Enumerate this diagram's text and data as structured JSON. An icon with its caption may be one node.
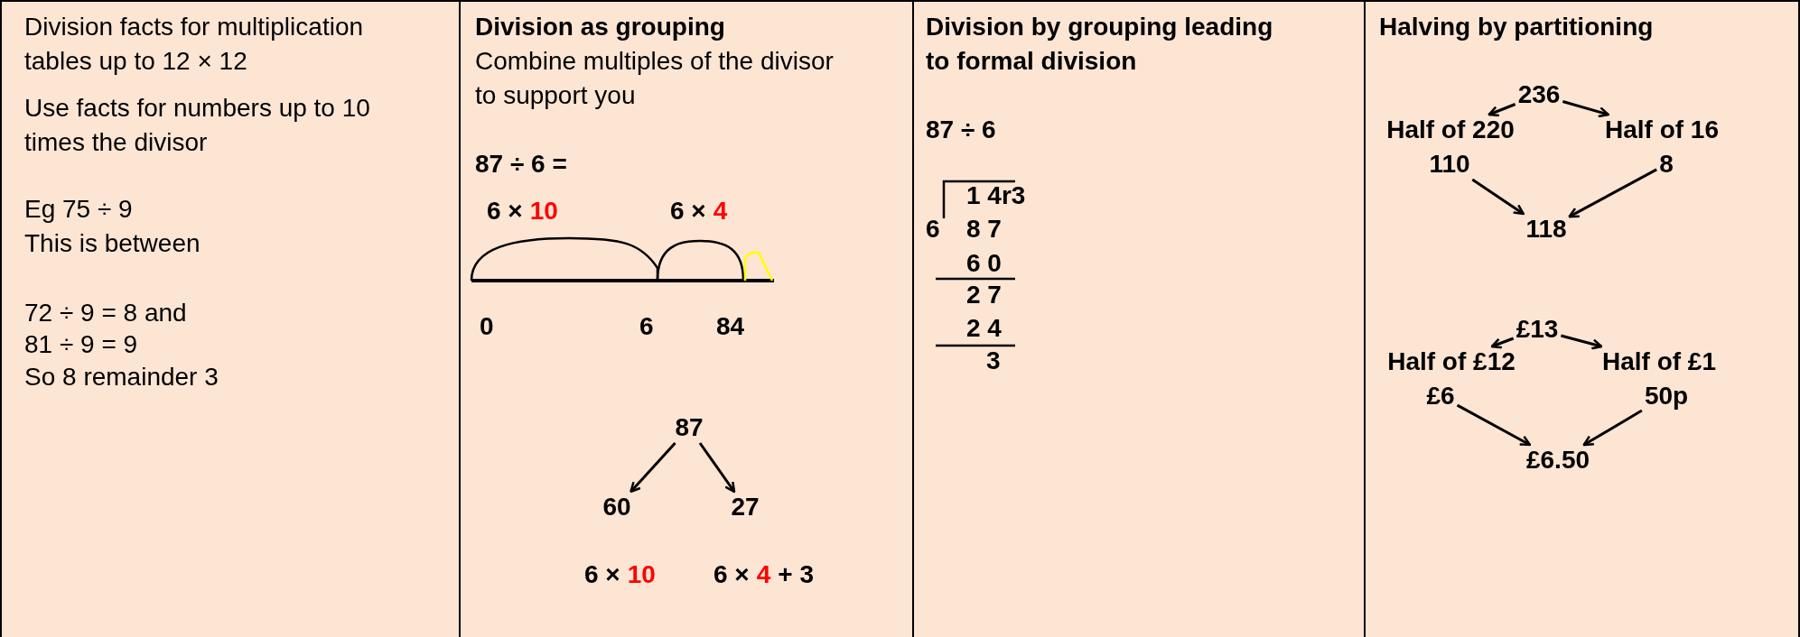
{
  "diagram": {
    "nodes": [
      {
        "text": [
          "Division facts for multiplication tables up to 12 × 12",
          "Use facts for numbers up to 10 times the divisor",
          "Eg 75 ÷ 9",
          "This is between",
          "72 ÷ 9 = 8 and",
          "81 ÷ 9 = 9",
          "So 8 remainder 3"
        ]
      },
      {
        "text": [
          "Division as grouping",
          "Combine multiples of the divisor to support you",
          "87 ÷ 6 ="
        ]
      },
      {
        "text": [
          "87"
        ],
        "in": 1
      },
      {
        "text": [
          "60"
        ],
        "in": 1
      },
      {
        "text": [
          "27"
        ],
        "in": 1
      },
      {
        "text": [
          "Division by grouping leading to formal division",
          "87 ÷ 6"
        ]
      },
      {
        "text": [
          "Halving by partitioning"
        ]
      },
      {
        "text": [
          "236"
        ],
        "in": 6
      },
      {
        "text": [
          "Half of 220"
        ],
        "in": 6
      },
      {
        "text": [
          "Half of 16"
        ],
        "in": 6
      },
      {
        "text": [
          "110"
        ],
        "in": 6
      },
      {
        "text": [
          "8"
        ],
        "in": 6
      },
      {
        "text": [
          "118"
        ],
        "in": 6
      },
      {
        "text": [
          "£13"
        ],
        "in": 6
      },
      {
        "text": [
          "Half of £12"
        ],
        "in": 6
      },
      {
        "text": [
          "Half of £1"
        ],
        "in": 6
      },
      {
        "text": [
          "£6"
        ],
        "in": 6
      },
      {
        "text": [
          "50p"
        ],
        "in": 6
      },
      {
        "text": [
          "£6.50"
        ],
        "in": 6
      }
    ],
    "edges": [
      {
        "from": 2,
        "to": 3,
        "arrow": "to"
      },
      {
        "from": 2,
        "to": 4,
        "arrow": "to"
      },
      {
        "from": 7,
        "to": 8,
        "arrow": "to"
      },
      {
        "from": 7,
        "to": 9,
        "arrow": "to"
      },
      {
        "from": 10,
        "to": 12,
        "arrow": "to"
      },
      {
        "from": 11,
        "to": 12,
        "arrow": "to"
      },
      {
        "from": 13,
        "to": 14,
        "arrow": "to"
      },
      {
        "from": 13,
        "to": 15,
        "arrow": "to"
      },
      {
        "from": 16,
        "to": 18,
        "arrow": "to"
      },
      {
        "from": 17,
        "to": 18,
        "arrow": "to"
      }
    ],
    "labels": [
      "6 ×",
      "10",
      "6 ×",
      "4",
      "0",
      "6",
      "84",
      "6 ×",
      "10",
      "6 ×",
      "4",
      "+ 3",
      "1 4r3",
      "6",
      "8 7",
      "6 0",
      "2 7",
      "2 4",
      "3"
    ]
  }
}
